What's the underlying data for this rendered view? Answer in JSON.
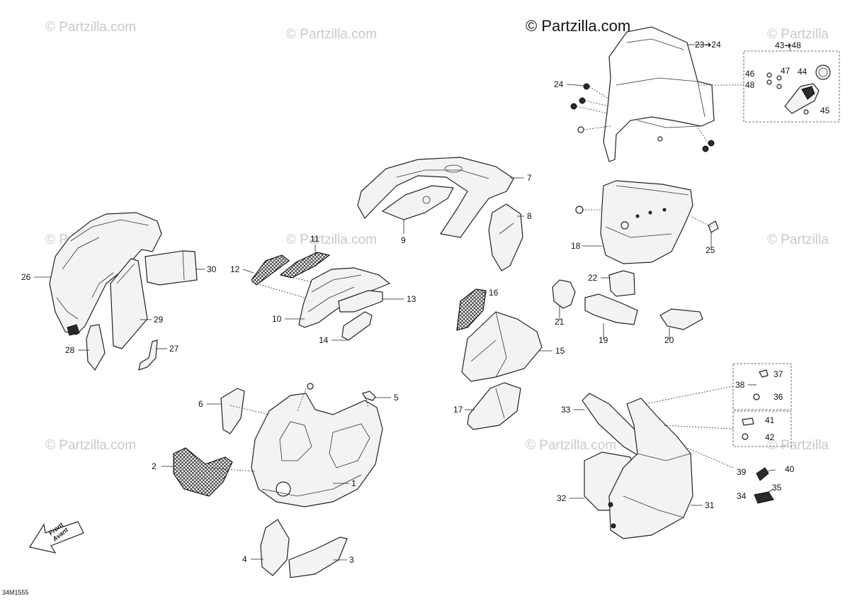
{
  "watermark": {
    "main": "© Partzilla.com",
    "repeat": "© Partzilla.com",
    "repeat_clipped": "© Partzilla"
  },
  "diagram_code": "34M1555",
  "direction_label": {
    "line1": "Front",
    "line2": "Avant"
  },
  "callouts": {
    "c1": "1",
    "c2": "2",
    "c3": "3",
    "c4": "4",
    "c5": "5",
    "c6": "6",
    "c7": "7",
    "c8": "8",
    "c9": "9",
    "c10": "10",
    "c11": "11",
    "c12": "12",
    "c13": "13",
    "c14": "14",
    "c15": "15",
    "c16": "16",
    "c17": "17",
    "c18": "18",
    "c19": "19",
    "c20": "20",
    "c21": "21",
    "c22": "22",
    "c23": "23➔24",
    "c24": "24",
    "c25": "25",
    "c26": "26",
    "c27": "27",
    "c28": "28",
    "c29": "29",
    "c30": "30",
    "c31": "31",
    "c32": "32",
    "c33": "33",
    "c34": "34",
    "c35": "35",
    "c36": "36",
    "c37": "37",
    "c38": "38",
    "c39": "39",
    "c40": "40",
    "c41": "41",
    "c42": "42",
    "c43": "43➔48",
    "c44": "44",
    "c45": "45",
    "c46": "46",
    "c47": "47",
    "c48": "48"
  }
}
